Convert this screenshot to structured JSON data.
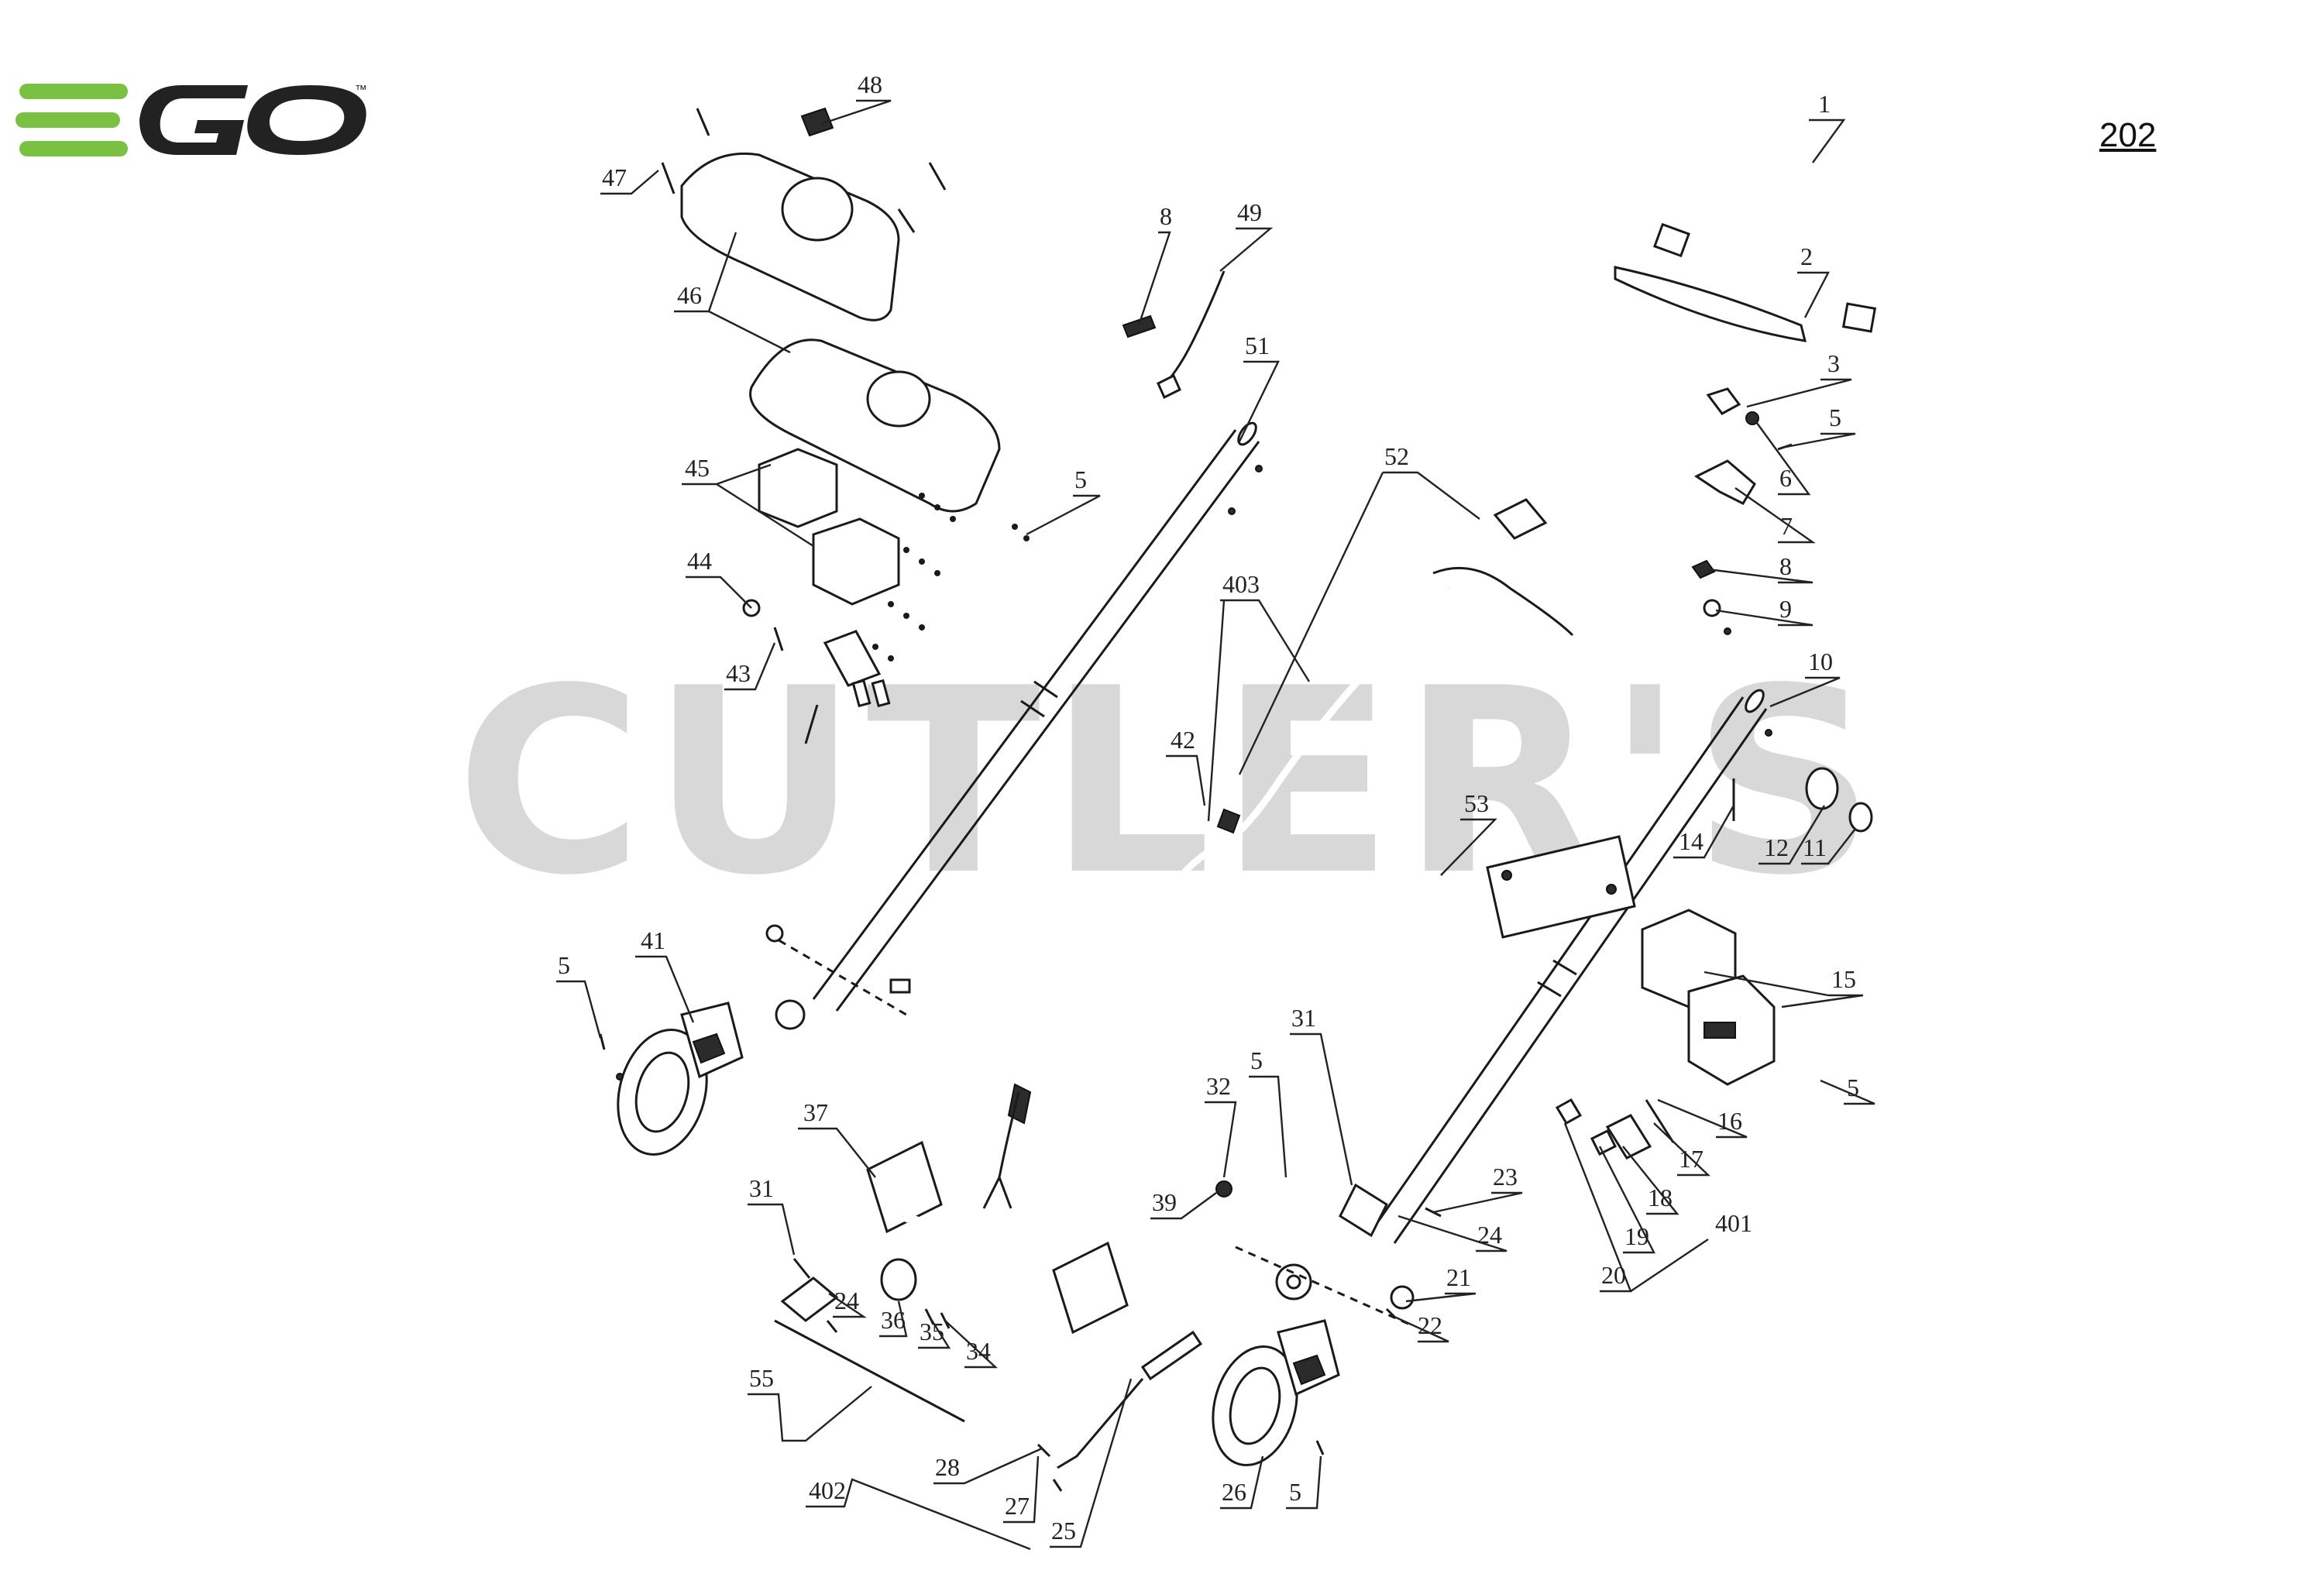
{
  "brand": {
    "logo_text": "EGO",
    "trademark": "™",
    "logo_colors": {
      "accent": "#7ac143",
      "dark": "#222222"
    }
  },
  "page_number": "202",
  "watermark": "CUTLER'S",
  "callouts": [
    {
      "id": "c1",
      "label": "1"
    },
    {
      "id": "c2",
      "label": "2"
    },
    {
      "id": "c3",
      "label": "3"
    },
    {
      "id": "c5a",
      "label": "5"
    },
    {
      "id": "c6",
      "label": "6"
    },
    {
      "id": "c7",
      "label": "7"
    },
    {
      "id": "c8a",
      "label": "8"
    },
    {
      "id": "c9",
      "label": "9"
    },
    {
      "id": "c10",
      "label": "10"
    },
    {
      "id": "c11",
      "label": "11"
    },
    {
      "id": "c12",
      "label": "12"
    },
    {
      "id": "c14",
      "label": "14"
    },
    {
      "id": "c15",
      "label": "15"
    },
    {
      "id": "c5b",
      "label": "5"
    },
    {
      "id": "c16",
      "label": "16"
    },
    {
      "id": "c17",
      "label": "17"
    },
    {
      "id": "c18",
      "label": "18"
    },
    {
      "id": "c19",
      "label": "19"
    },
    {
      "id": "c20",
      "label": "20"
    },
    {
      "id": "c401",
      "label": "401"
    },
    {
      "id": "c23",
      "label": "23"
    },
    {
      "id": "c24a",
      "label": "24"
    },
    {
      "id": "c21",
      "label": "21"
    },
    {
      "id": "c22",
      "label": "22"
    },
    {
      "id": "c31a",
      "label": "31"
    },
    {
      "id": "c5c",
      "label": "5"
    },
    {
      "id": "c32",
      "label": "32"
    },
    {
      "id": "c39",
      "label": "39"
    },
    {
      "id": "c26",
      "label": "26"
    },
    {
      "id": "c5d",
      "label": "5"
    },
    {
      "id": "c25",
      "label": "25"
    },
    {
      "id": "c27",
      "label": "27"
    },
    {
      "id": "c28",
      "label": "28"
    },
    {
      "id": "c402",
      "label": "402"
    },
    {
      "id": "c55",
      "label": "55"
    },
    {
      "id": "c31b",
      "label": "31"
    },
    {
      "id": "c24b",
      "label": "24"
    },
    {
      "id": "c36",
      "label": "36"
    },
    {
      "id": "c35",
      "label": "35"
    },
    {
      "id": "c34",
      "label": "34"
    },
    {
      "id": "c37",
      "label": "37"
    },
    {
      "id": "c41",
      "label": "41"
    },
    {
      "id": "c5e",
      "label": "5"
    },
    {
      "id": "c42",
      "label": "42"
    },
    {
      "id": "c403",
      "label": "403"
    },
    {
      "id": "c52",
      "label": "52"
    },
    {
      "id": "c53",
      "label": "53"
    },
    {
      "id": "c51",
      "label": "51"
    },
    {
      "id": "c8b",
      "label": "8"
    },
    {
      "id": "c49",
      "label": "49"
    },
    {
      "id": "c48",
      "label": "48"
    },
    {
      "id": "c47",
      "label": "47"
    },
    {
      "id": "c46",
      "label": "46"
    },
    {
      "id": "c45",
      "label": "45"
    },
    {
      "id": "c5f",
      "label": "5"
    },
    {
      "id": "c44",
      "label": "44"
    },
    {
      "id": "c43",
      "label": "43"
    }
  ]
}
